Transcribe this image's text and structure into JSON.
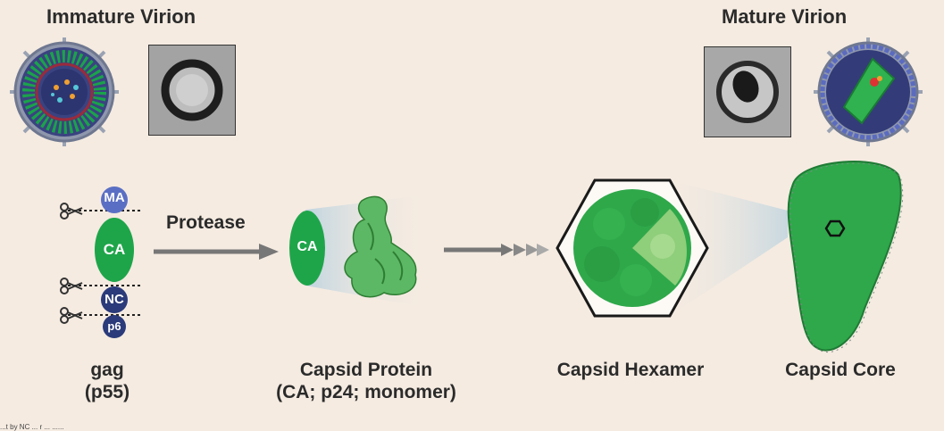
{
  "immature": {
    "title": "Immature Virion"
  },
  "mature": {
    "title": "Mature Virion"
  },
  "gag": {
    "domains": {
      "ma": "MA",
      "ca": "CA",
      "nc": "NC",
      "p6": "p6"
    },
    "caption_line1": "gag",
    "caption_line2": "(p55)"
  },
  "protease": {
    "label": "Protease"
  },
  "capsid_protein": {
    "ca_label": "CA",
    "caption_line1": "Capsid Protein",
    "caption_line2": "(CA; p24; monomer)"
  },
  "capsid_hexamer": {
    "caption": "Capsid Hexamer"
  },
  "capsid_core": {
    "caption": "Capsid Core"
  },
  "footnote": "...t by NC ... r ... ......",
  "colors": {
    "background": "#f5ebe1",
    "ca_green": "#1ea54a",
    "ma_blue": "#5a6fc4",
    "nc_navy": "#2a3a7a",
    "arrow_gray": "#777777"
  }
}
